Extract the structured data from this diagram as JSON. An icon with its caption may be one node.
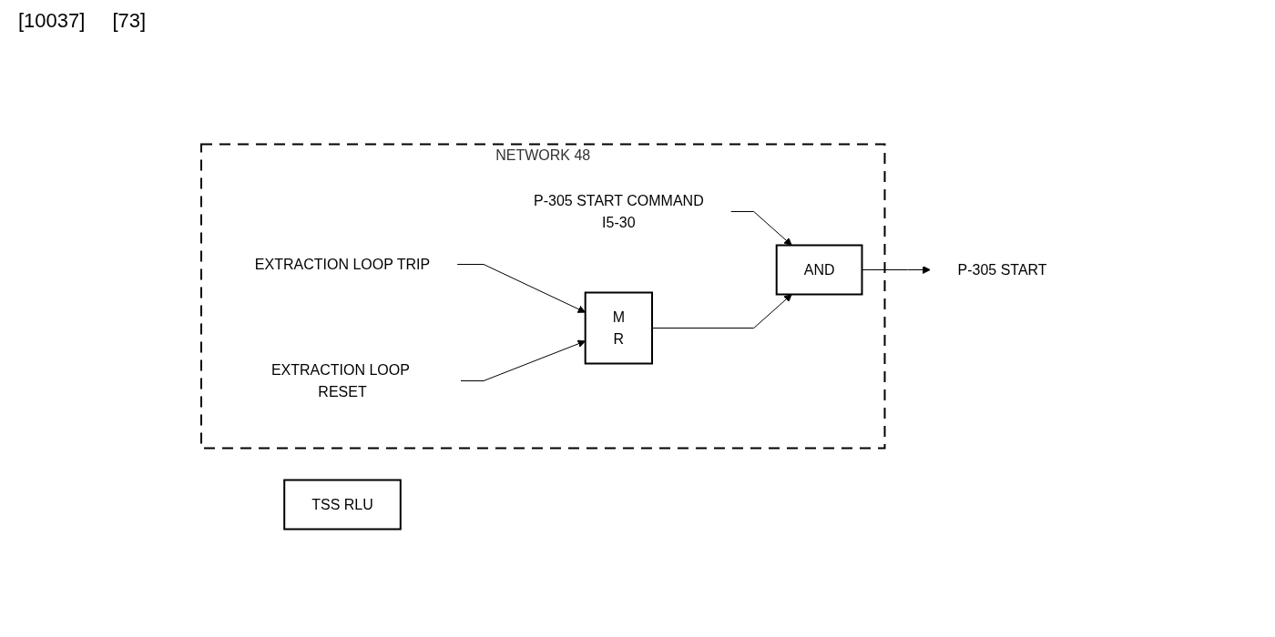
{
  "diagram": {
    "nodes": [
      {
        "text": [
          "NETWORK 48"
        ]
      },
      {
        "text": [
          "P-305 START COMMAND"
        ],
        "beside": [
          "I5-30"
        ],
        "in": 0
      },
      {
        "text": [
          "AND"
        ],
        "in": 0
      },
      {
        "text": [
          "EXTRACTION LOOP TRIP"
        ],
        "in": 0
      },
      {
        "text": [
          "EXTRACTION LOOP RESET"
        ],
        "in": 0
      },
      {
        "text": [
          "M",
          "R"
        ],
        "in": 0
      },
      {
        "text": [
          "P-305 START"
        ]
      },
      {
        "text": [
          "TSS RLU"
        ]
      }
    ],
    "edges": [
      {
        "from": 1,
        "to": 2,
        "arrow": "to"
      },
      {
        "from": 5,
        "to": 2,
        "arrow": "to"
      },
      {
        "from": 3,
        "to": 5,
        "arrow": "to"
      },
      {
        "from": 4,
        "to": 5,
        "arrow": "to"
      },
      {
        "from": 2,
        "to": 6,
        "arrow": "to"
      }
    ],
    "labels": [
      "[10037]",
      "[73]"
    ]
  }
}
